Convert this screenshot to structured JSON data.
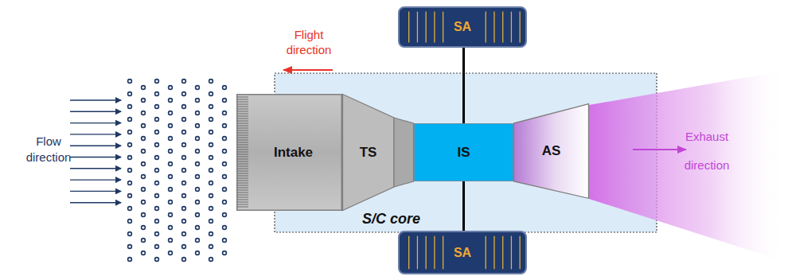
{
  "diagram": {
    "nodes": [
      {
        "text": [
          "SA"
        ]
      },
      {
        "text": [
          "S/C core"
        ]
      },
      {
        "text": [
          "Intake"
        ],
        "in": 1
      },
      {
        "text": [
          "TS"
        ],
        "in": 1
      },
      {
        "text": [
          "IS"
        ],
        "in": 1
      },
      {
        "text": [
          "AS"
        ],
        "in": 1
      },
      {
        "text": [
          "SA"
        ]
      }
    ],
    "edges": [
      {
        "from": 0,
        "to": 4,
        "arrow": "none"
      },
      {
        "from": 4,
        "to": 6,
        "arrow": "none"
      }
    ],
    "labels": [
      "Flow direction",
      "Flight direction",
      "Exhaust direction"
    ]
  }
}
